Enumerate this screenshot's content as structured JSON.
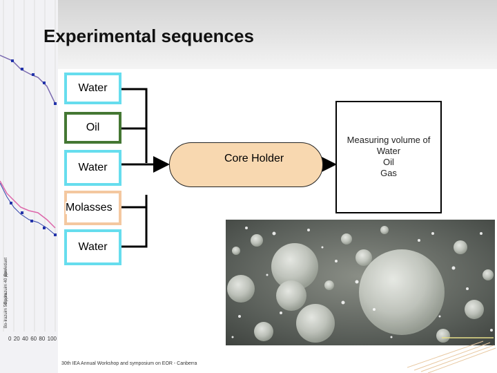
{
  "slide": {
    "title": "Experimental sequences",
    "footer": "30th IEA Annual Workshop and symposium on EOR - Canberra"
  },
  "sequence": [
    {
      "label": "Water",
      "color": "#66ddee"
    },
    {
      "label": "Oil",
      "color": "#447733"
    },
    {
      "label": "Water",
      "color": "#66ddee"
    },
    {
      "label": "Molasses",
      "color": "#f4c8a0"
    },
    {
      "label": "Water",
      "color": "#66ddee"
    }
  ],
  "core_holder": {
    "label": "Core Holder",
    "fill": "#f8d8b0"
  },
  "measurement": {
    "heading": "Measuring volume of",
    "items": [
      "Water",
      "Oil",
      "Gas"
    ]
  },
  "side_chart": {
    "tick_labels": [
      "0",
      "20",
      "40",
      "60",
      "80",
      "100"
    ],
    "legend": [
      "Bo-Ardunt",
      "Bo-Irazuim 40 ppm",
      "Bo-Irazuim 50 ppm"
    ],
    "colors": {
      "blue": "#2233aa",
      "pink": "#dd66aa"
    }
  }
}
